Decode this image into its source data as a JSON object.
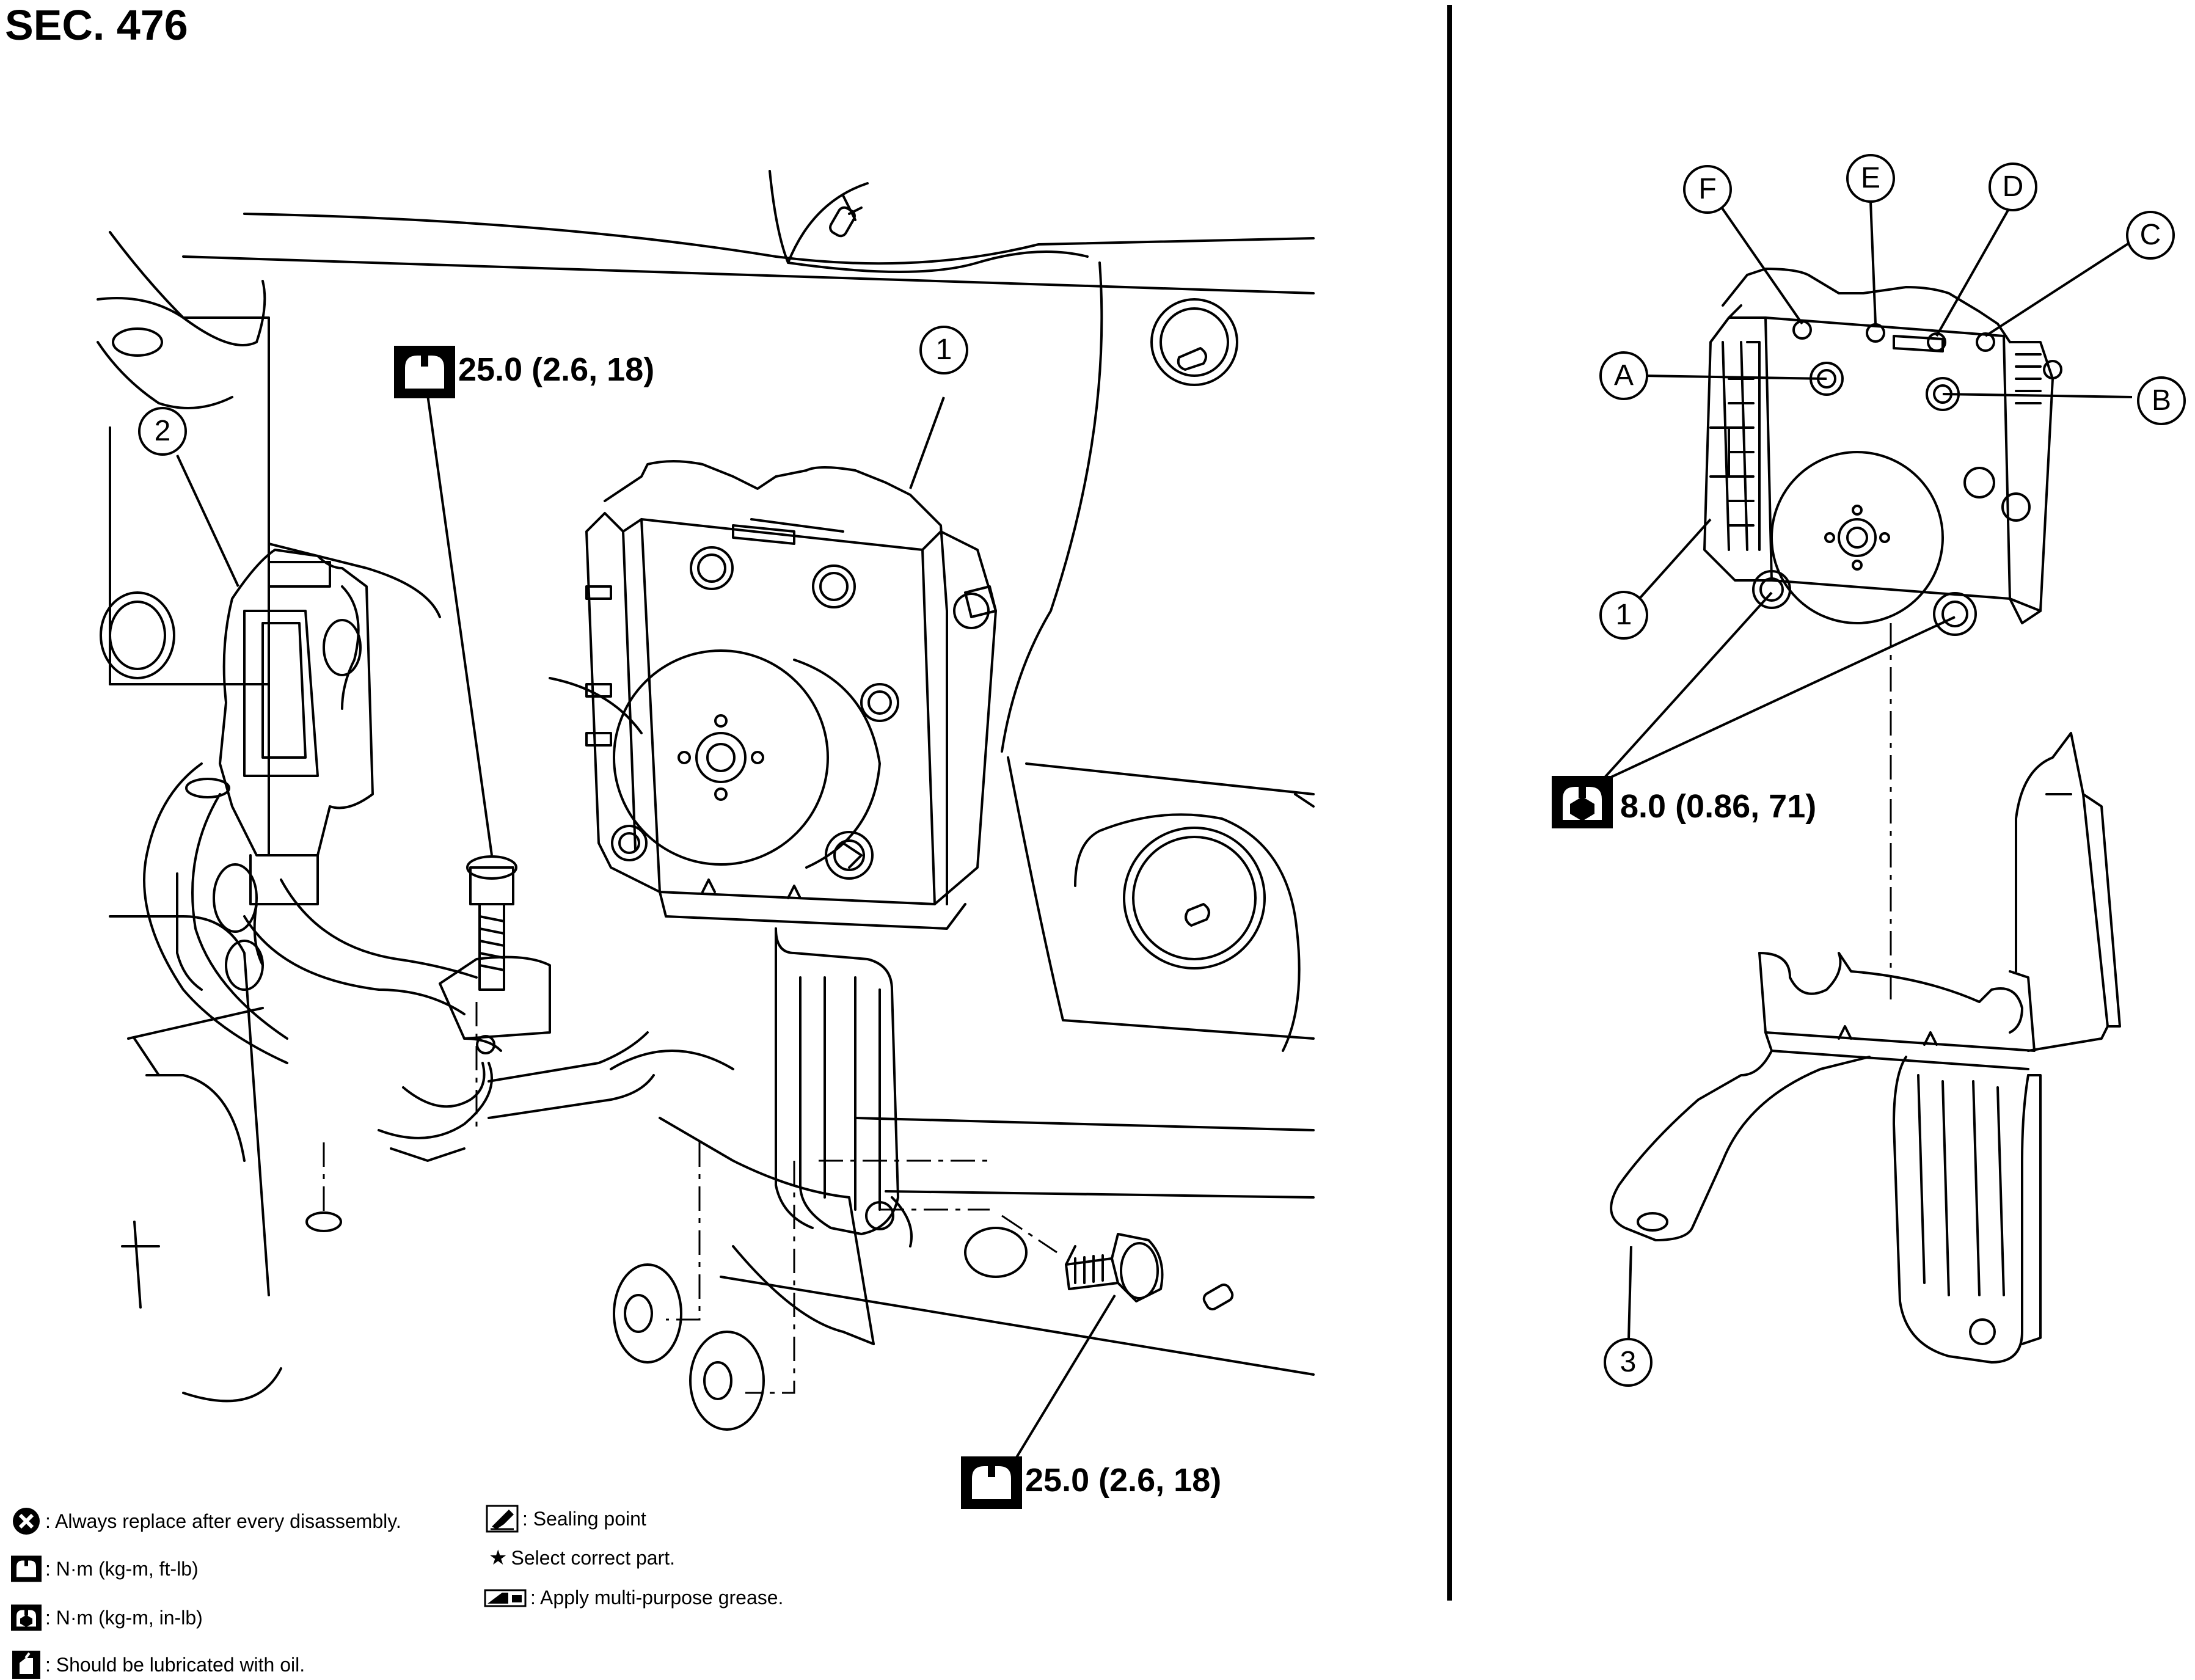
{
  "section_title": "SEC. 476",
  "callouts": {
    "left": [
      "1",
      "2"
    ],
    "right": [
      "F",
      "E",
      "D",
      "C",
      "A",
      "B",
      "1",
      "3"
    ]
  },
  "torque_specs": {
    "upper_bolt": "25.0 (2.6, 18)",
    "lower_bolt": "25.0 (2.6, 18)",
    "actuator_nuts": "8.0 (0.86, 71)"
  },
  "legend": {
    "replace": ": Always replace after every disassembly.",
    "nm_ftlb": ": N·m (kg-m, ft-lb)",
    "nm_inlb": ": N·m (kg-m, in-lb)",
    "oil": ": Should be lubricated with oil.",
    "sealing": ": Sealing point",
    "select": "Select correct part.",
    "grease": ": Apply multi-purpose grease."
  },
  "icons": [
    "wrench-ftlb-icon",
    "wrench-inlb-icon",
    "replace-x-icon",
    "oil-can-icon",
    "sealing-point-icon",
    "star-icon",
    "grease-icon"
  ]
}
